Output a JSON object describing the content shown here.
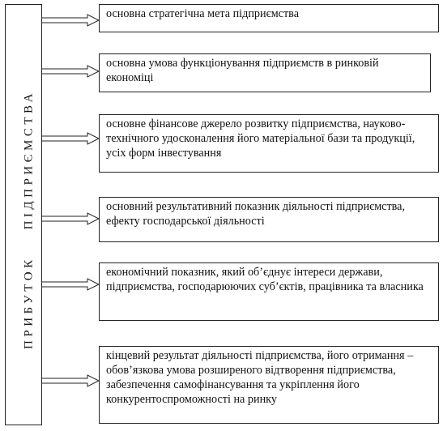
{
  "left_label": {
    "word1": "ПРИБУТОК",
    "word2": "ПІДПРИЄМСТВА"
  },
  "boxes": [
    "основна стратегічна мета підприємства",
    "основна умова функціонування підприємств в ринковій економіці",
    "основне фінансове джерело розвитку підприємства, науково-технічного удосконалення його матеріальної бази та продукції, усіх форм інвестування",
    "основний результативний показник діяльності підприємства, ефекту господарської діяльності",
    "економічний показник, який об’єднує інтереси держави, підприємства, господарюючих суб’єктів, працівника та власника",
    "кінцевий результат діяльності підприємства, його отримання – обов’язкова умова розширеного відтворення підприємства, забезпечення самофінансування та укріплення його конкурентоспроможності  на ринку"
  ]
}
